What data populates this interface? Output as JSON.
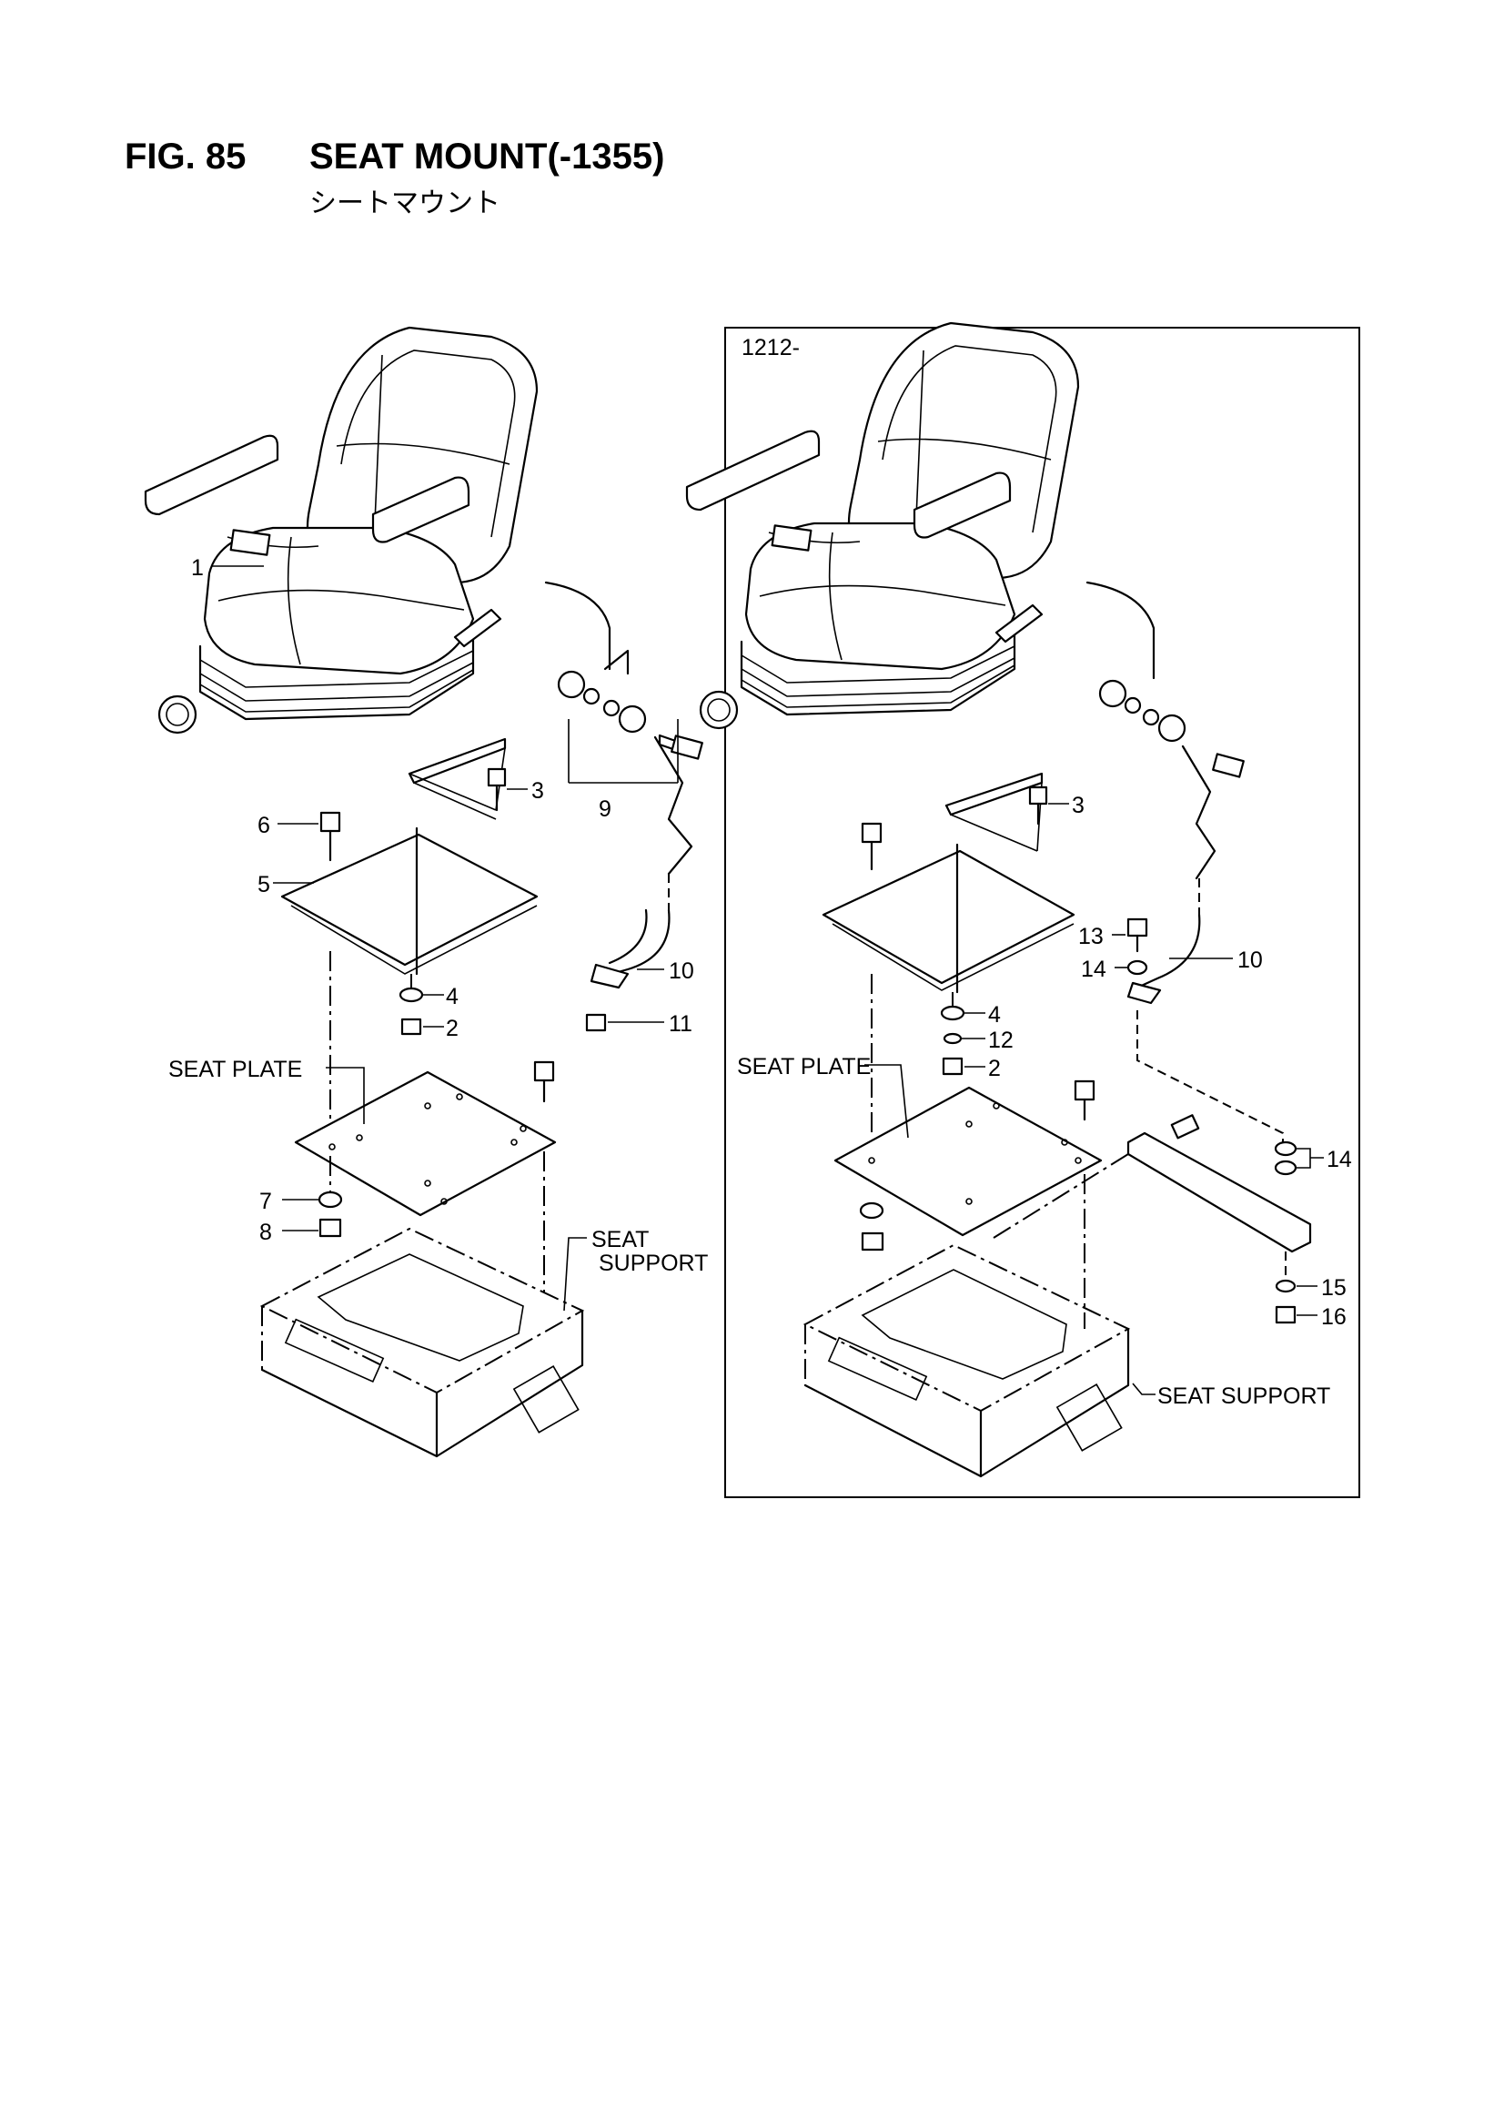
{
  "header": {
    "fig_number": "FIG. 85",
    "title": "SEAT MOUNT(-1355)",
    "subtitle_jp": "シートマウント"
  },
  "left_view": {
    "labels": {
      "p1": "1",
      "p2": "2",
      "p3": "3",
      "p4": "4",
      "p5": "5",
      "p6": "6",
      "p7": "7",
      "p8": "8",
      "p9": "9",
      "p10": "10",
      "p11": "11",
      "seat_plate": "SEAT PLATE",
      "seat_support_1": "SEAT",
      "seat_support_2": "SUPPORT"
    }
  },
  "right_view": {
    "serial_range": "1212-",
    "labels": {
      "p2": "2",
      "p3": "3",
      "p4": "4",
      "p10": "10",
      "p12": "12",
      "p13": "13",
      "p14a": "14",
      "p14b": "14",
      "p15": "15",
      "p16": "16",
      "seat_plate": "SEAT PLATE",
      "seat_support": "SEAT SUPPORT"
    }
  }
}
